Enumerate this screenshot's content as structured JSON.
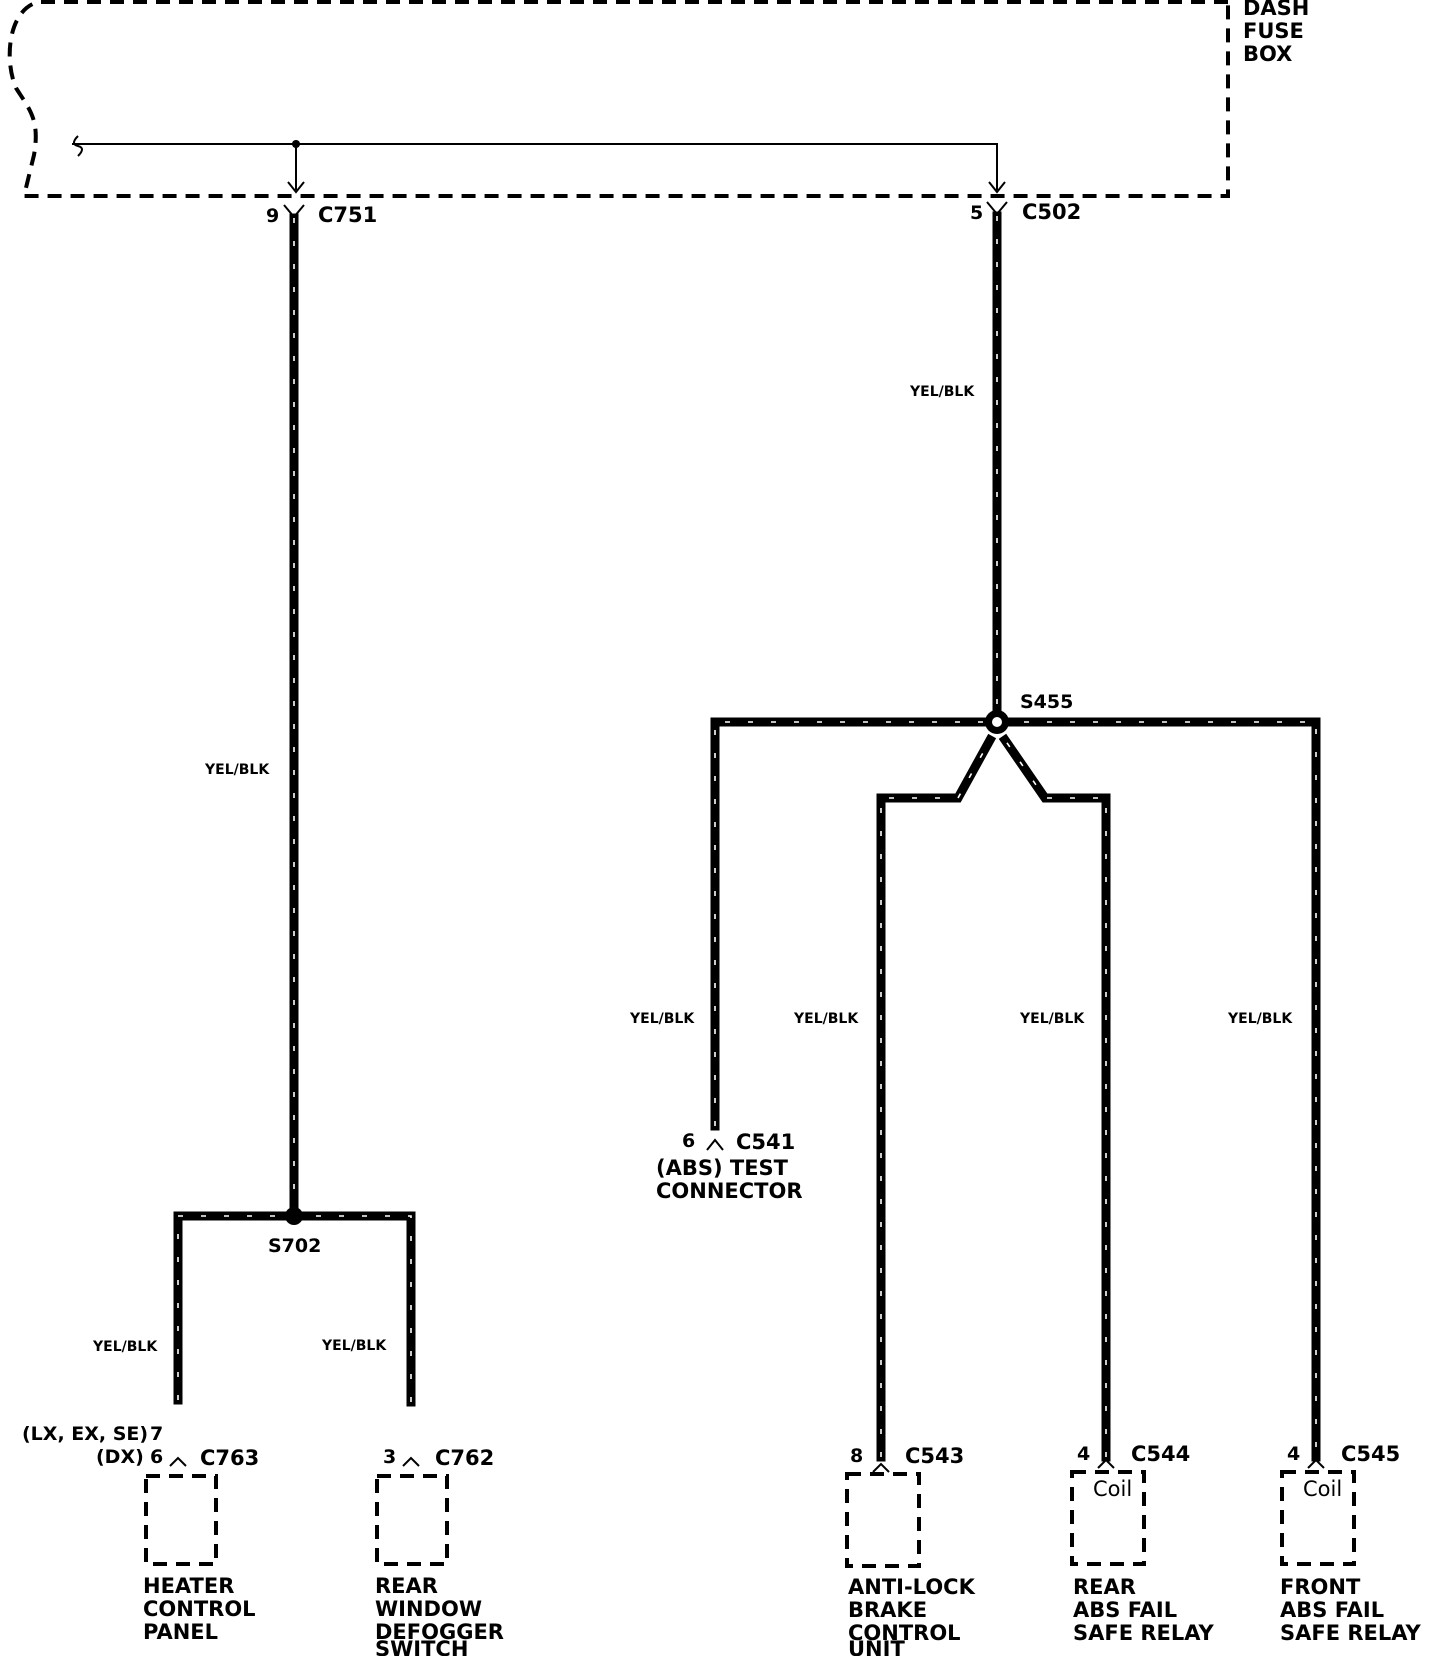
{
  "fuse_box": {
    "line1": "DASH",
    "line2": "FUSE",
    "line3": "BOX"
  },
  "wire_color": "YEL/BLK",
  "connectors": {
    "c751": {
      "pin": "9",
      "name": "C751"
    },
    "c502": {
      "pin": "5",
      "name": "C502"
    },
    "c541": {
      "pin": "6",
      "name": "C541"
    },
    "c763": {
      "variant_a": "(LX, EX, SE)",
      "pin_a": "7",
      "variant_b": "(DX)",
      "pin_b": "6",
      "name": "C763"
    },
    "c762": {
      "pin": "3",
      "name": "C762"
    },
    "c543": {
      "pin": "8",
      "name": "C543"
    },
    "c544": {
      "pin": "4",
      "name": "C544"
    },
    "c545": {
      "pin": "4",
      "name": "C545"
    }
  },
  "splices": {
    "s455": "S455",
    "s702": "S702"
  },
  "components": {
    "abs_test": {
      "line1": "(ABS) TEST",
      "line2": "CONNECTOR"
    },
    "heater": {
      "line1": "HEATER",
      "line2": "CONTROL",
      "line3": "PANEL"
    },
    "defogger": {
      "line1": "REAR",
      "line2": "WINDOW",
      "line3": "DEFOGGER",
      "line4": "SWITCH"
    },
    "abs_unit": {
      "line1": "ANTI-LOCK",
      "line2": "BRAKE",
      "line3": "CONTROL",
      "line4": "UNIT"
    },
    "rear_relay": {
      "coil": "Coil",
      "line1": "REAR",
      "line2": "ABS FAIL",
      "line3": "SAFE RELAY"
    },
    "front_relay": {
      "coil": "Coil",
      "line1": "FRONT",
      "line2": "ABS FAIL",
      "line3": "SAFE RELAY"
    }
  }
}
